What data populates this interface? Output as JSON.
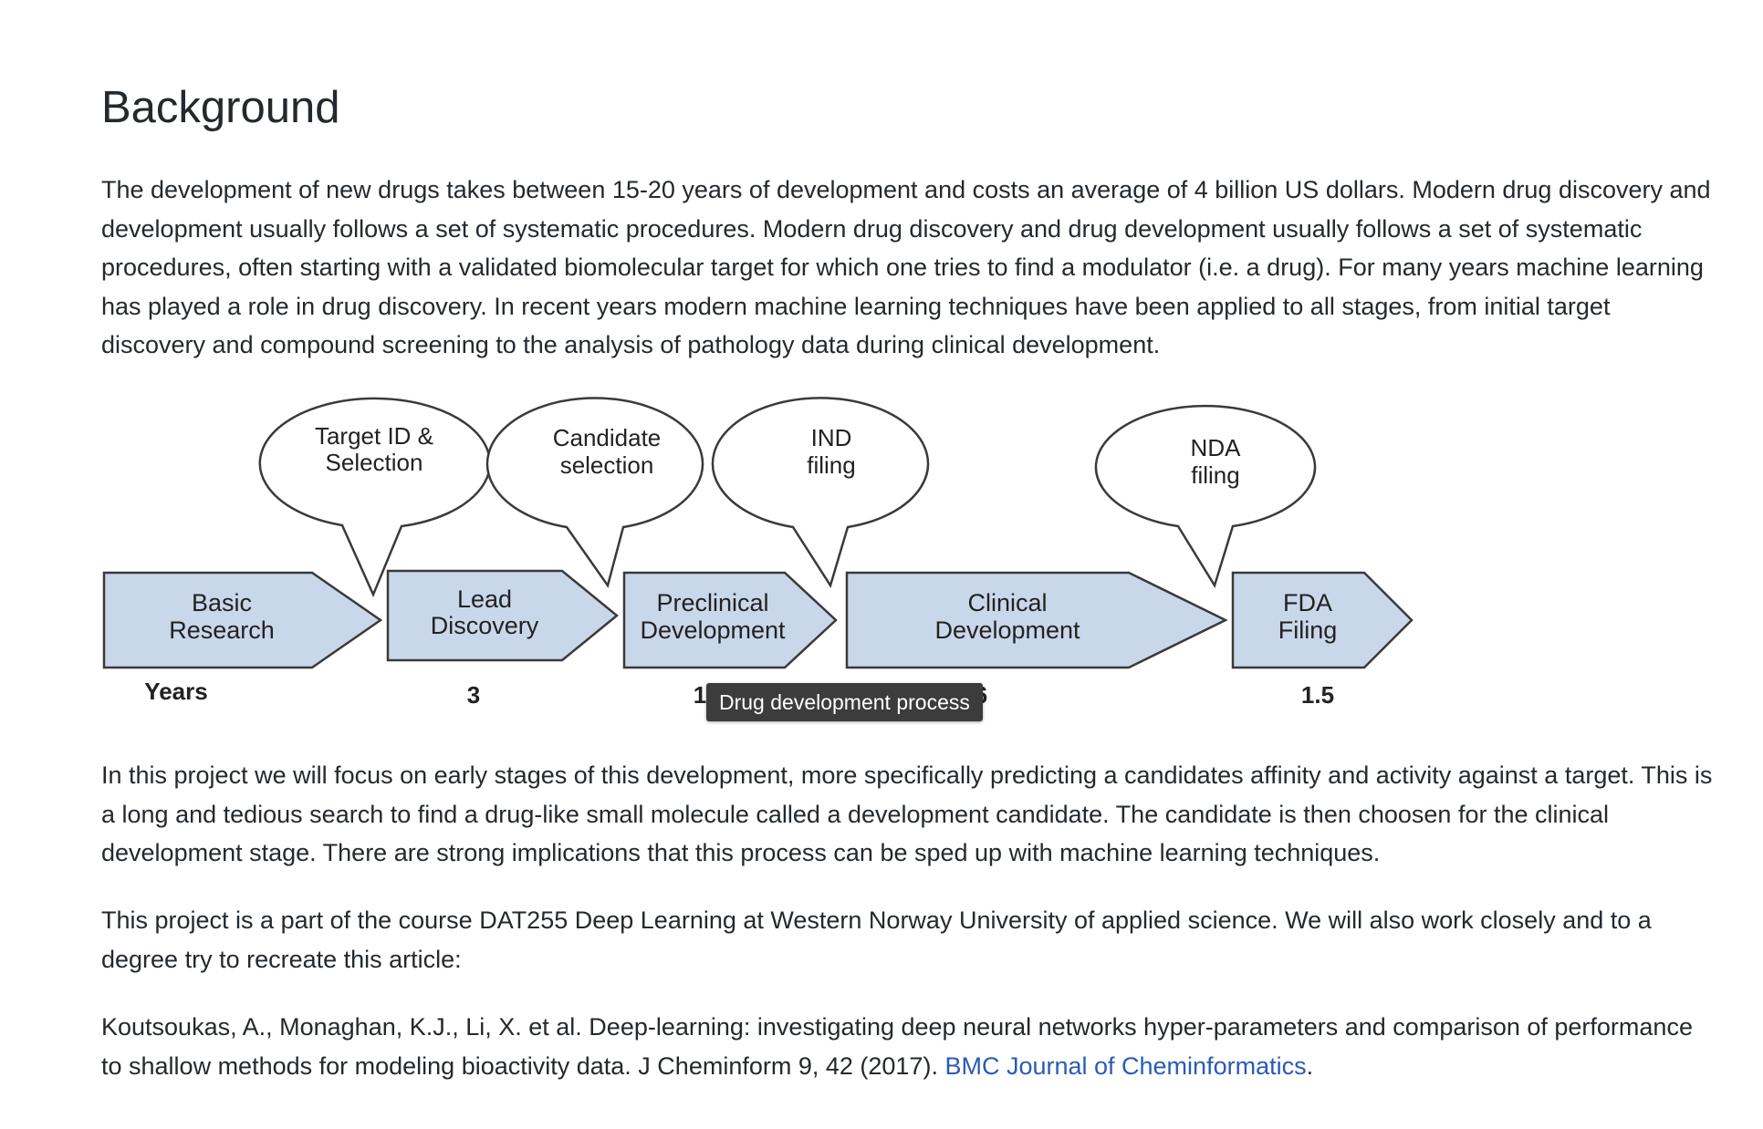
{
  "section": {
    "title": "Background"
  },
  "paragraphs": {
    "p1": "The development of new drugs takes between 15-20 years of development and costs an average of 4 billion US dollars. Modern drug discovery and development usually follows a set of systematic procedures. Modern drug discovery and drug development usually follows a set of systematic procedures, often starting with a validated biomolecular target for which one tries to find a modulator (i.e. a drug). For many years machine learning has played a role in drug discovery. In recent years modern machine learning techniques have been applied to all stages, from initial target discovery and compound screening to the analysis of pathology data during clinical development.",
    "p2": "In this project we will focus on early stages of this development, more specifically predicting a candidates affinity and activity against a target. This is a long and tedious search to find a drug-like small molecule called a development candidate. The candidate is then choosen for the clinical development stage. There are strong implications that this process can be sped up with machine learning techniques.",
    "p3": "This project is a part of the course DAT255 Deep Learning at Western Norway University of applied science. We will also work closely and to a degree try to recreate this article:",
    "p4_text": "Koutsoukas, A., Monaghan, K.J., Li, X. et al. Deep-learning: investigating deep neural networks hyper-parameters and comparison of performance to shallow methods for modeling bioactivity data. J Cheminform 9, 42 (2017). ",
    "p4_link": "BMC Journal of Cheminformatics",
    "p4_end": "."
  },
  "figure": {
    "tooltip": "Drug development process",
    "stages": [
      {
        "line1": "Basic",
        "line2": "Research"
      },
      {
        "line1": "Lead",
        "line2": "Discovery"
      },
      {
        "line1": "Preclinical",
        "line2": "Development"
      },
      {
        "line1": "Clinical",
        "line2": "Development"
      },
      {
        "line1": "FDA",
        "line2": "Filing"
      }
    ],
    "milestones": [
      {
        "line1": "Target ID &",
        "line2": "Selection"
      },
      {
        "line1": "Candidate",
        "line2": "selection"
      },
      {
        "line1": "IND",
        "line2": "filing"
      },
      {
        "line1": "NDA",
        "line2": "filing"
      }
    ],
    "years_label": "Years",
    "durations": [
      "3",
      "1",
      "6",
      "1.5"
    ],
    "colors": {
      "arrow_fill": "#c9d7ea",
      "arrow_stroke": "#3a3a3a",
      "bubble_fill": "#ffffff"
    }
  }
}
